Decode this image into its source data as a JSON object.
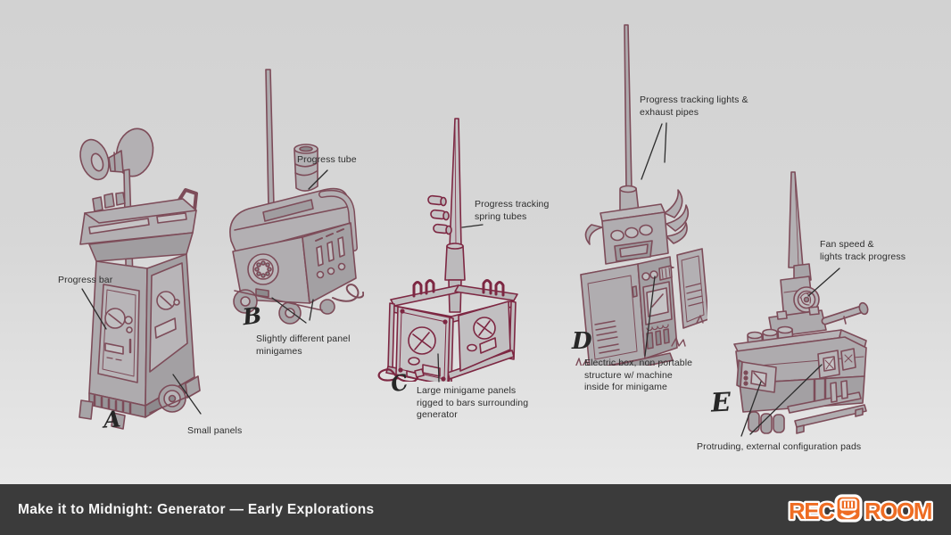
{
  "slide": {
    "title": "Make it to Midnight: Generator — Early Explorations"
  },
  "logo": {
    "rec": "REC",
    "room": "ROOM",
    "orange": "#ee6c23"
  },
  "colors": {
    "footer_bg": "#3b3b3b",
    "sketch_line": "#7d4c59",
    "sketch_line_alt": "#7d2742",
    "canvas_top": "#d2d2d2",
    "canvas_bottom": "#ebebeb"
  },
  "sketches": [
    {
      "letter": "A",
      "labels": {
        "progress_bar": "Progress bar",
        "small_panels": "Small panels"
      }
    },
    {
      "letter": "B",
      "labels": {
        "progress_tube": "Progress tube",
        "panel_minigames": "Slightly different panel\nminigames"
      }
    },
    {
      "letter": "C",
      "labels": {
        "spring_tubes": "Progress tracking\nspring tubes",
        "large_panels": "Large minigame panels\nrigged to bars surrounding\ngenerator"
      }
    },
    {
      "letter": "D",
      "labels": {
        "lights_pipes": "Progress tracking lights &\nexhaust pipes",
        "electric_box": "Electric box, non portable\nstructure w/ machine\ninside for minigame"
      }
    },
    {
      "letter": "E",
      "labels": {
        "fan_speed": "Fan speed &\nlights track progress",
        "config_pads": "Protruding, external configuration pads"
      }
    }
  ]
}
